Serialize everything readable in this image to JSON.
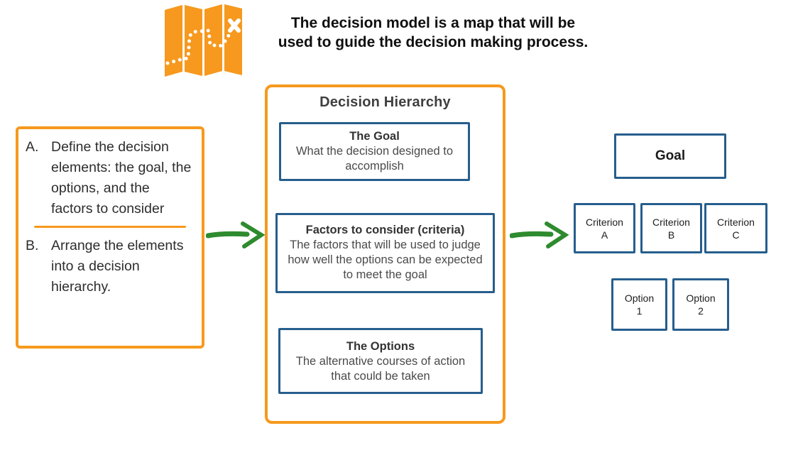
{
  "header": {
    "caption_line1": "The decision model is a map that will be",
    "caption_line2": "used to guide the decision making process."
  },
  "left_panel": {
    "item_a_label": "A.",
    "item_a_text": "Define the decision elements: the goal, the options, and the factors to consider",
    "item_b_label": "B.",
    "item_b_text": "Arrange the elements into a decision hierarchy."
  },
  "hierarchy_panel": {
    "title": "Decision Hierarchy",
    "boxes": [
      {
        "heading": "The Goal",
        "body": "What the decision designed to accomplish"
      },
      {
        "heading": "Factors to consider (criteria)",
        "body": "The factors that will be used to judge how well the options can be expected to meet the goal"
      },
      {
        "heading": "The Options",
        "body": "The alternative courses of action that could be taken"
      }
    ]
  },
  "result_panel": {
    "goal_label": "Goal",
    "criteria": [
      {
        "line1": "Criterion",
        "line2": "A"
      },
      {
        "line1": "Criterion",
        "line2": "B"
      },
      {
        "line1": "Criterion",
        "line2": "C"
      }
    ],
    "options": [
      {
        "line1": "Option",
        "line2": "1"
      },
      {
        "line1": "Option",
        "line2": "2"
      }
    ]
  },
  "icons": {
    "map": "folded-map-icon",
    "arrow": "green-sketch-arrow-right"
  },
  "colors": {
    "orange": "#F6991E",
    "blue": "#265E8D",
    "green": "#2E8B2E",
    "text_dark": "#2d2d2d"
  }
}
